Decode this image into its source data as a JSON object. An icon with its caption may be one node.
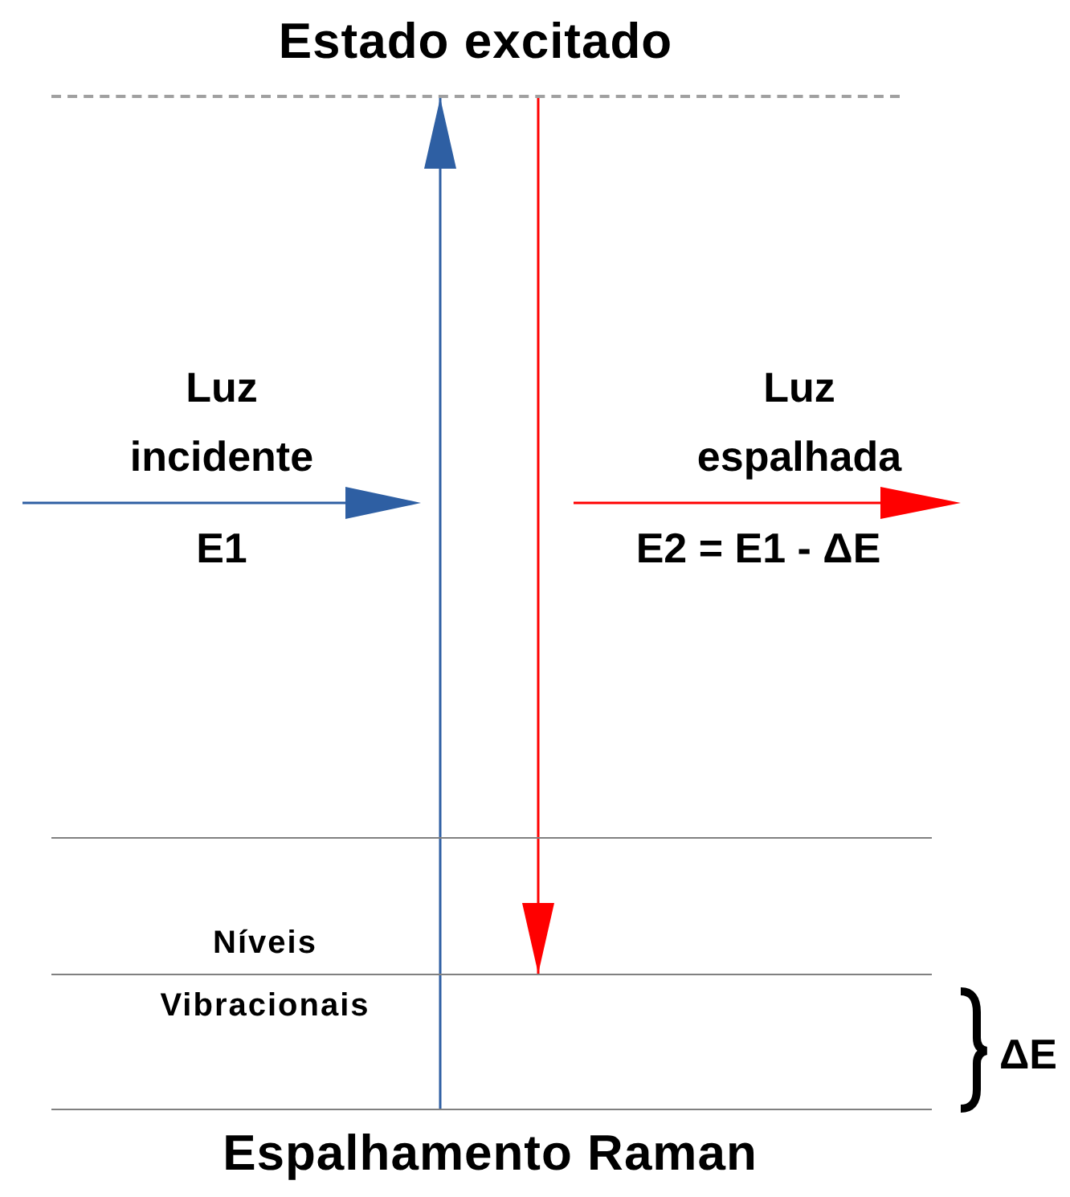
{
  "diagram": {
    "caption": "Espalhamento Raman",
    "nodes": [
      {
        "text": [
          "Estado excitado"
        ]
      },
      {
        "text": [],
        "shape": "bar"
      },
      {
        "text": [],
        "shape": "bar"
      },
      {
        "text": [],
        "shape": "bar"
      }
    ],
    "edges": [
      {
        "from": 3,
        "to": 0,
        "arrow": "to",
        "color": "#2e5fa3"
      },
      {
        "from": 0,
        "to": 2,
        "arrow": "to",
        "color": "#ff0000"
      }
    ],
    "labels": [
      "Luz incidente",
      "E1",
      "Luz espalhada",
      "E2 = E1 - ΔE",
      "Níveis Vibracionais",
      "ΔE"
    ]
  }
}
